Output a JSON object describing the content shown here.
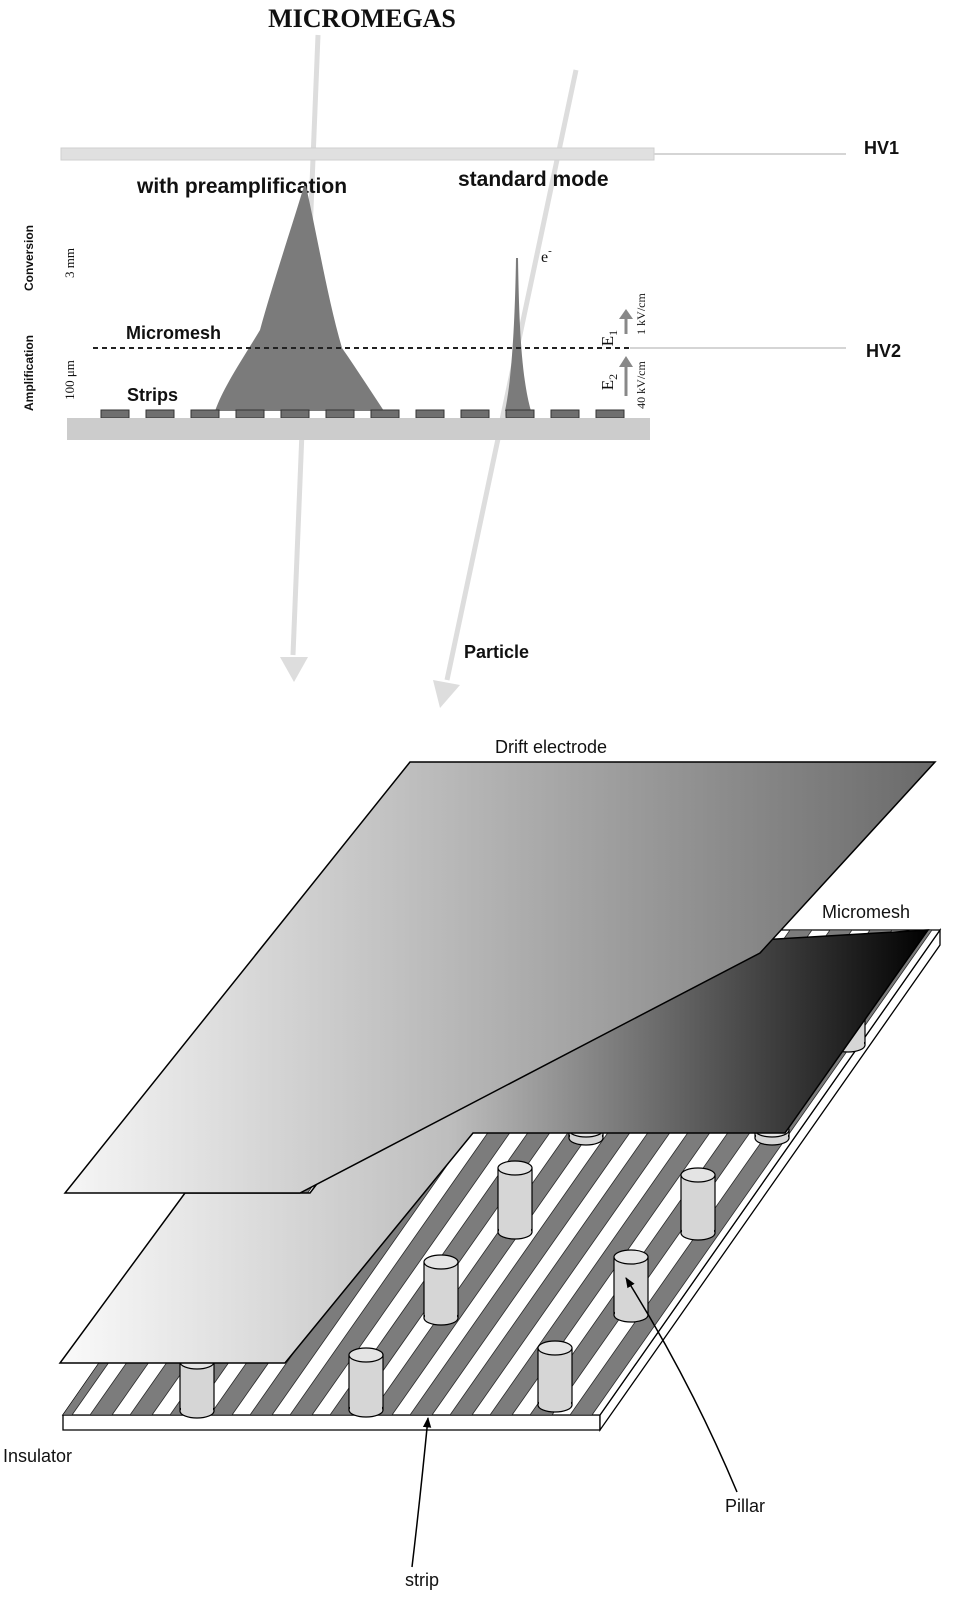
{
  "title": "MICROMEGAS",
  "top": {
    "hv1": "HV1",
    "hv2": "HV2",
    "with_pre": "with preamplification",
    "standard": "standard mode",
    "conversion": "Conversion",
    "amplification": "Amplification",
    "gap_conv": "3 mm",
    "gap_amp": "100 μm",
    "micromesh": "Micromesh",
    "strips": "Strips",
    "electron": "e",
    "electron_sup": "-",
    "e1": "E",
    "e1_sub": "1",
    "e2": "E",
    "e2_sub": "2",
    "field1": "1 kV/cm",
    "field2": "40 kV/cm",
    "particle": "Particle"
  },
  "bottom": {
    "drift": "Drift electrode",
    "micromesh": "Micromesh",
    "insulator": "Insulator",
    "strip": "strip",
    "pillar": "Pillar"
  }
}
